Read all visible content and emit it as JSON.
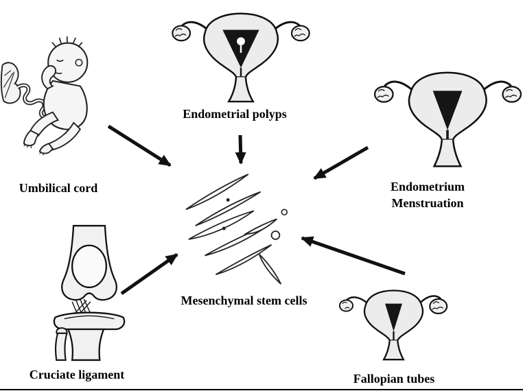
{
  "diagram": {
    "center": {
      "label": "Mesenchymal stem cells"
    },
    "nodes": [
      {
        "id": "umbilical-cord",
        "label": "Umbilical cord"
      },
      {
        "id": "endometrial-polyps",
        "label": "Endometrial polyps"
      },
      {
        "id": "endometrium-menstruation",
        "label_line1": "Endometrium",
        "label_line2": "Menstruation"
      },
      {
        "id": "cruciate-ligament",
        "label": "Cruciate ligament"
      },
      {
        "id": "fallopian-tubes",
        "label": "Fallopian tubes"
      }
    ],
    "colors": {
      "ink": "#111111",
      "sketch_fill": "#ececec",
      "background": "#ffffff"
    }
  }
}
